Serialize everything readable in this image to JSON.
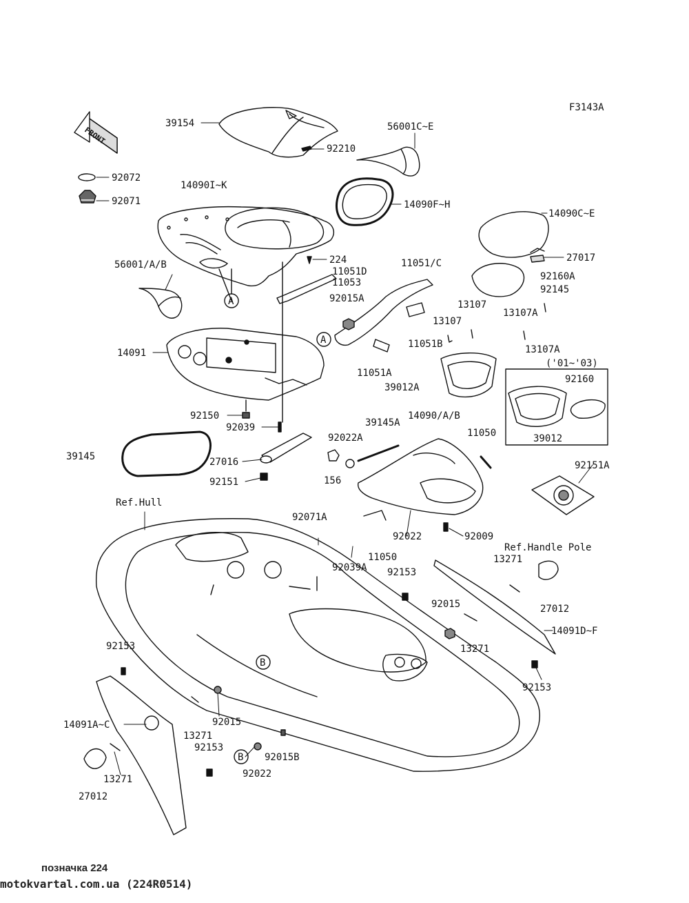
{
  "figure_id": "F3143A",
  "front_arrow": "FRONT",
  "labels": {
    "l39154": "39154",
    "l92210": "92210",
    "l56001CE": "56001C~E",
    "l92072": "92072",
    "l92071": "92071",
    "l14090IK": "14090I~K",
    "l14090FH": "14090F~H",
    "l14090CE": "14090C~E",
    "l224": "224",
    "l27017": "27017",
    "l56001AB": "56001/A/B",
    "l11051D": "11051D",
    "l11053": "11053",
    "l11051C": "11051/C",
    "l92160A": "92160A",
    "l92145": "92145",
    "l92015A": "92015A",
    "l13107a": "13107",
    "l13107b": "13107",
    "l13107A1": "13107A",
    "l13107A2": "13107A",
    "l11051B": "11051B",
    "l14091": "14091",
    "l11051A": "11051A",
    "l0103": "('01~'03)",
    "l92160": "92160",
    "l39012A": "39012A",
    "l92150": "92150",
    "l39145A": "39145A",
    "l14090AB": "14090/A/B",
    "l11050a": "11050",
    "l92039": "92039",
    "l92022A": "92022A",
    "l39012": "39012",
    "l39145": "39145",
    "l27016": "27016",
    "l92151A": "92151A",
    "l156": "156",
    "l92151": "92151",
    "lRefHull": "Ref.Hull",
    "l92071A": "92071A",
    "l92022a": "92022",
    "l92009": "92009",
    "lRefHandle": "Ref.Handle Pole",
    "l13271a": "13271",
    "l11050b": "11050",
    "l92039A": "92039A",
    "l92153a": "92153",
    "l27012a": "27012",
    "l92015a": "92015",
    "l14091DF": "14091D~F",
    "l13271b": "13271",
    "l92153b": "92153",
    "l92153c": "92153",
    "l92015b": "92015",
    "l14091AC": "14091A~C",
    "l13271c": "13271",
    "l92153d": "92153",
    "l92015B": "92015B",
    "l92022b": "92022",
    "l13271d": "13271",
    "l27012b": "27012"
  },
  "callouts": {
    "A1": "A",
    "A2": "A",
    "B1": "B",
    "B2": "B"
  },
  "captions": {
    "line1": "позначка 224",
    "line2": "motokvartal.com.ua (224R0514)"
  }
}
